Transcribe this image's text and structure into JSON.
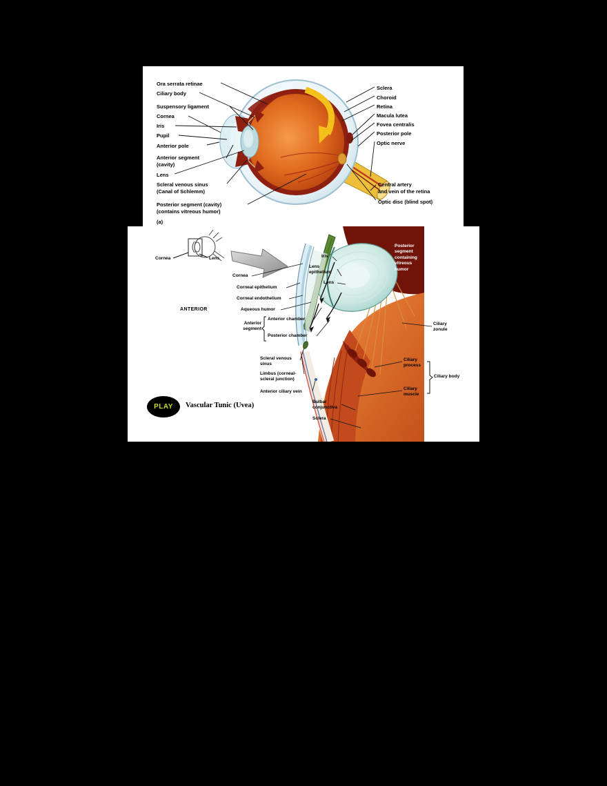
{
  "figure_a": {
    "tag": "(a)",
    "left_labels": [
      "Ora serrata retinae",
      "Ciliary body",
      "Suspensory ligament",
      "Cornea",
      "Iris",
      "Pupil",
      "Anterior pole",
      [
        "Anterior segment",
        "(cavity)"
      ],
      "Lens",
      [
        "Scleral venous sinus",
        "(Canal of Schlemm)"
      ],
      [
        "Posterior segment (cavity)",
        "(contains vitreous humor)"
      ]
    ],
    "right_labels": [
      "Sclera",
      "Choroid",
      "Retina",
      "Macula lutea",
      "Fovea centralis",
      "Posterior pole",
      "Optic nerve",
      [
        "Central artery",
        "and vein of the retina"
      ],
      "Optic disc (blind spot)"
    ]
  },
  "figure_b": {
    "inset_labels": {
      "cornea": "Cornea",
      "lens": "Lens"
    },
    "anterior_label": "ANTERIOR",
    "labels": {
      "iris": "Iris",
      "lens_epithelium": [
        "Lens",
        "epithelium"
      ],
      "lens": "Lens",
      "cornea": "Cornea",
      "corneal_epithelium": "Corneal epithelium",
      "corneal_endothelium": "Corneal endothelium",
      "aqueous_humor": "Aqueous humor",
      "anterior_chamber": "Anterior chamber",
      "anterior_segment": [
        "Anterior",
        "segment"
      ],
      "posterior_chamber": "Posterior chamber",
      "posterior_segment": [
        "Posterior",
        "segment",
        "containing",
        "vitreous",
        "humor"
      ],
      "ciliary_zonule": [
        "Ciliary",
        "zonule"
      ],
      "scleral_venous_sinus": [
        "Scleral venous",
        "sinus"
      ],
      "limbus": [
        "Limbus (corneal-",
        "scleral junction)"
      ],
      "anterior_ciliary_vein": "Anterior ciliary vein",
      "ciliary_process": [
        "Ciliary",
        "process"
      ],
      "ciliary_body": "Ciliary body",
      "ciliary_muscle": [
        "Ciliary",
        "muscle"
      ],
      "bulbar_conjunctiva": [
        "Bulbar",
        "conjunctiva"
      ],
      "sclera": "Sclera"
    },
    "play_label": "PLAY",
    "caption": "Vascular Tunic (Uvea)",
    "colors": {
      "play_text": "#c6d831",
      "accent_orange": "#e8742b",
      "posterior_maroon": "#701409"
    }
  }
}
